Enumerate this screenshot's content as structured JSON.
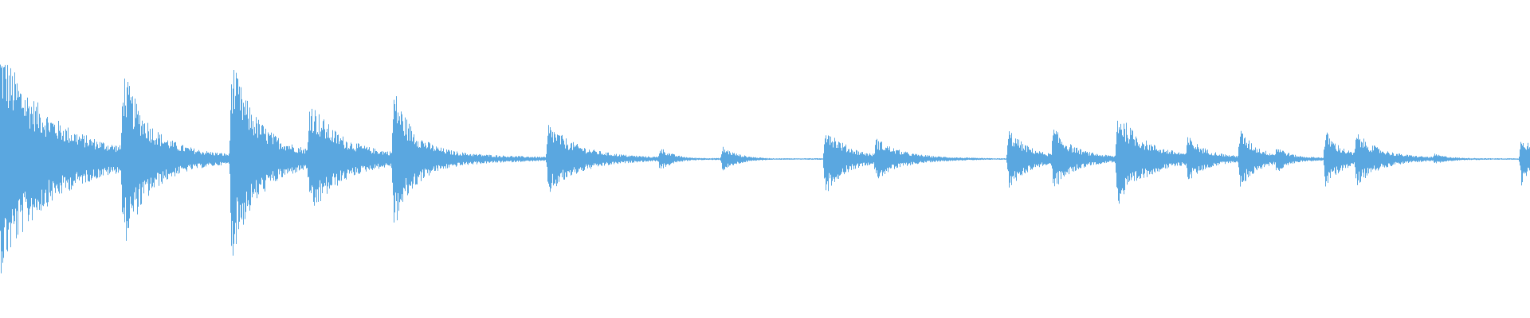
{
  "waveform": {
    "color": "#5aa7e0",
    "background": "#ffffff",
    "baseline_amplitude": 0.005,
    "onsets": [
      {
        "t": 0.0,
        "amp": 0.62,
        "decay": 0.03,
        "sustain": 0.08
      },
      {
        "t": 0.08,
        "amp": 0.5,
        "decay": 0.016,
        "sustain": 0.06
      },
      {
        "t": 0.151,
        "amp": 0.55,
        "decay": 0.016,
        "sustain": 0.06
      },
      {
        "t": 0.202,
        "amp": 0.34,
        "decay": 0.018,
        "sustain": 0.08
      },
      {
        "t": 0.257,
        "amp": 0.4,
        "decay": 0.012,
        "sustain": 0.06
      },
      {
        "t": 0.293,
        "amp": 0.05,
        "decay": 0.015,
        "sustain": 0.05
      },
      {
        "t": 0.358,
        "amp": 0.2,
        "decay": 0.018,
        "sustain": 0.06
      },
      {
        "t": 0.431,
        "amp": 0.07,
        "decay": 0.008,
        "sustain": 0.02
      },
      {
        "t": 0.472,
        "amp": 0.07,
        "decay": 0.01,
        "sustain": 0.02
      },
      {
        "t": 0.539,
        "amp": 0.2,
        "decay": 0.012,
        "sustain": 0.05
      },
      {
        "t": 0.572,
        "amp": 0.12,
        "decay": 0.015,
        "sustain": 0.05
      },
      {
        "t": 0.659,
        "amp": 0.17,
        "decay": 0.012,
        "sustain": 0.05
      },
      {
        "t": 0.688,
        "amp": 0.18,
        "decay": 0.012,
        "sustain": 0.05
      },
      {
        "t": 0.73,
        "amp": 0.27,
        "decay": 0.016,
        "sustain": 0.06
      },
      {
        "t": 0.776,
        "amp": 0.13,
        "decay": 0.012,
        "sustain": 0.05
      },
      {
        "t": 0.81,
        "amp": 0.17,
        "decay": 0.01,
        "sustain": 0.05
      },
      {
        "t": 0.834,
        "amp": 0.08,
        "decay": 0.008,
        "sustain": 0.03
      },
      {
        "t": 0.866,
        "amp": 0.16,
        "decay": 0.01,
        "sustain": 0.04
      },
      {
        "t": 0.886,
        "amp": 0.15,
        "decay": 0.014,
        "sustain": 0.05
      },
      {
        "t": 0.937,
        "amp": 0.03,
        "decay": 0.01,
        "sustain": 0.03
      },
      {
        "t": 0.994,
        "amp": 0.15,
        "decay": 0.008,
        "sustain": 0.02
      }
    ]
  }
}
